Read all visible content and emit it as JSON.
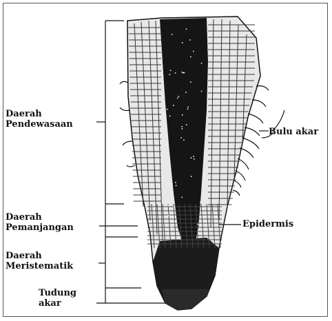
{
  "labels": {
    "daerah_pendewasaan": [
      "Daerah",
      "Pendewasaan"
    ],
    "daerah_pemanjangan": [
      "Daerah",
      "Pemanjangan"
    ],
    "daerah_meristematik": [
      "Daerah",
      "Meristematik"
    ],
    "tudung_akar": [
      "Tudung",
      "akar"
    ],
    "bulu_akar": "Bulu akar",
    "epidermis": "Epidermis"
  },
  "colors": {
    "ink": "#111111",
    "tissue_dark": "#151515",
    "tissue_mid": "#3a3a3a",
    "background": "#ffffff"
  }
}
